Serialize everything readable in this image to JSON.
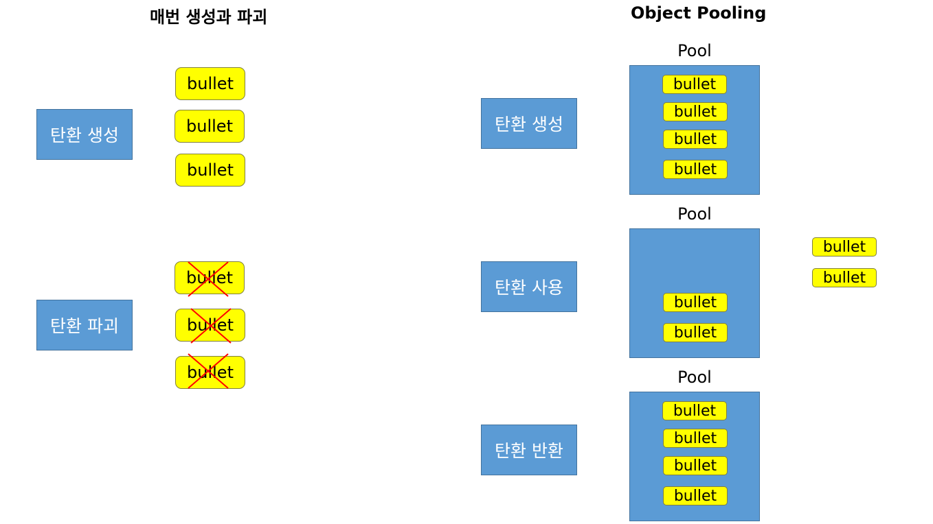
{
  "left": {
    "title": "매번 생성과 파괴",
    "create_label": "탄환 생성",
    "destroy_label": "탄환 파괴",
    "created_bullets": [
      "bullet",
      "bullet",
      "bullet"
    ],
    "destroyed_bullets": [
      "bullet",
      "bullet",
      "bullet"
    ]
  },
  "right": {
    "title": "Object Pooling",
    "pool_label": "Pool",
    "rows": [
      {
        "action": "탄환 생성",
        "pool_bullets": [
          "bullet",
          "bullet",
          "bullet",
          "bullet"
        ]
      },
      {
        "action": "탄환 사용",
        "pool_bullets": [
          "bullet",
          "bullet"
        ],
        "outside_bullets": [
          "bullet",
          "bullet"
        ]
      },
      {
        "action": "탄환 반환",
        "pool_bullets": [
          "bullet",
          "bullet",
          "bullet",
          "bullet"
        ]
      }
    ]
  },
  "colors": {
    "action_fill": "#5b9bd5",
    "bullet_fill": "#ffff00",
    "cross_stroke": "#ff0000"
  }
}
